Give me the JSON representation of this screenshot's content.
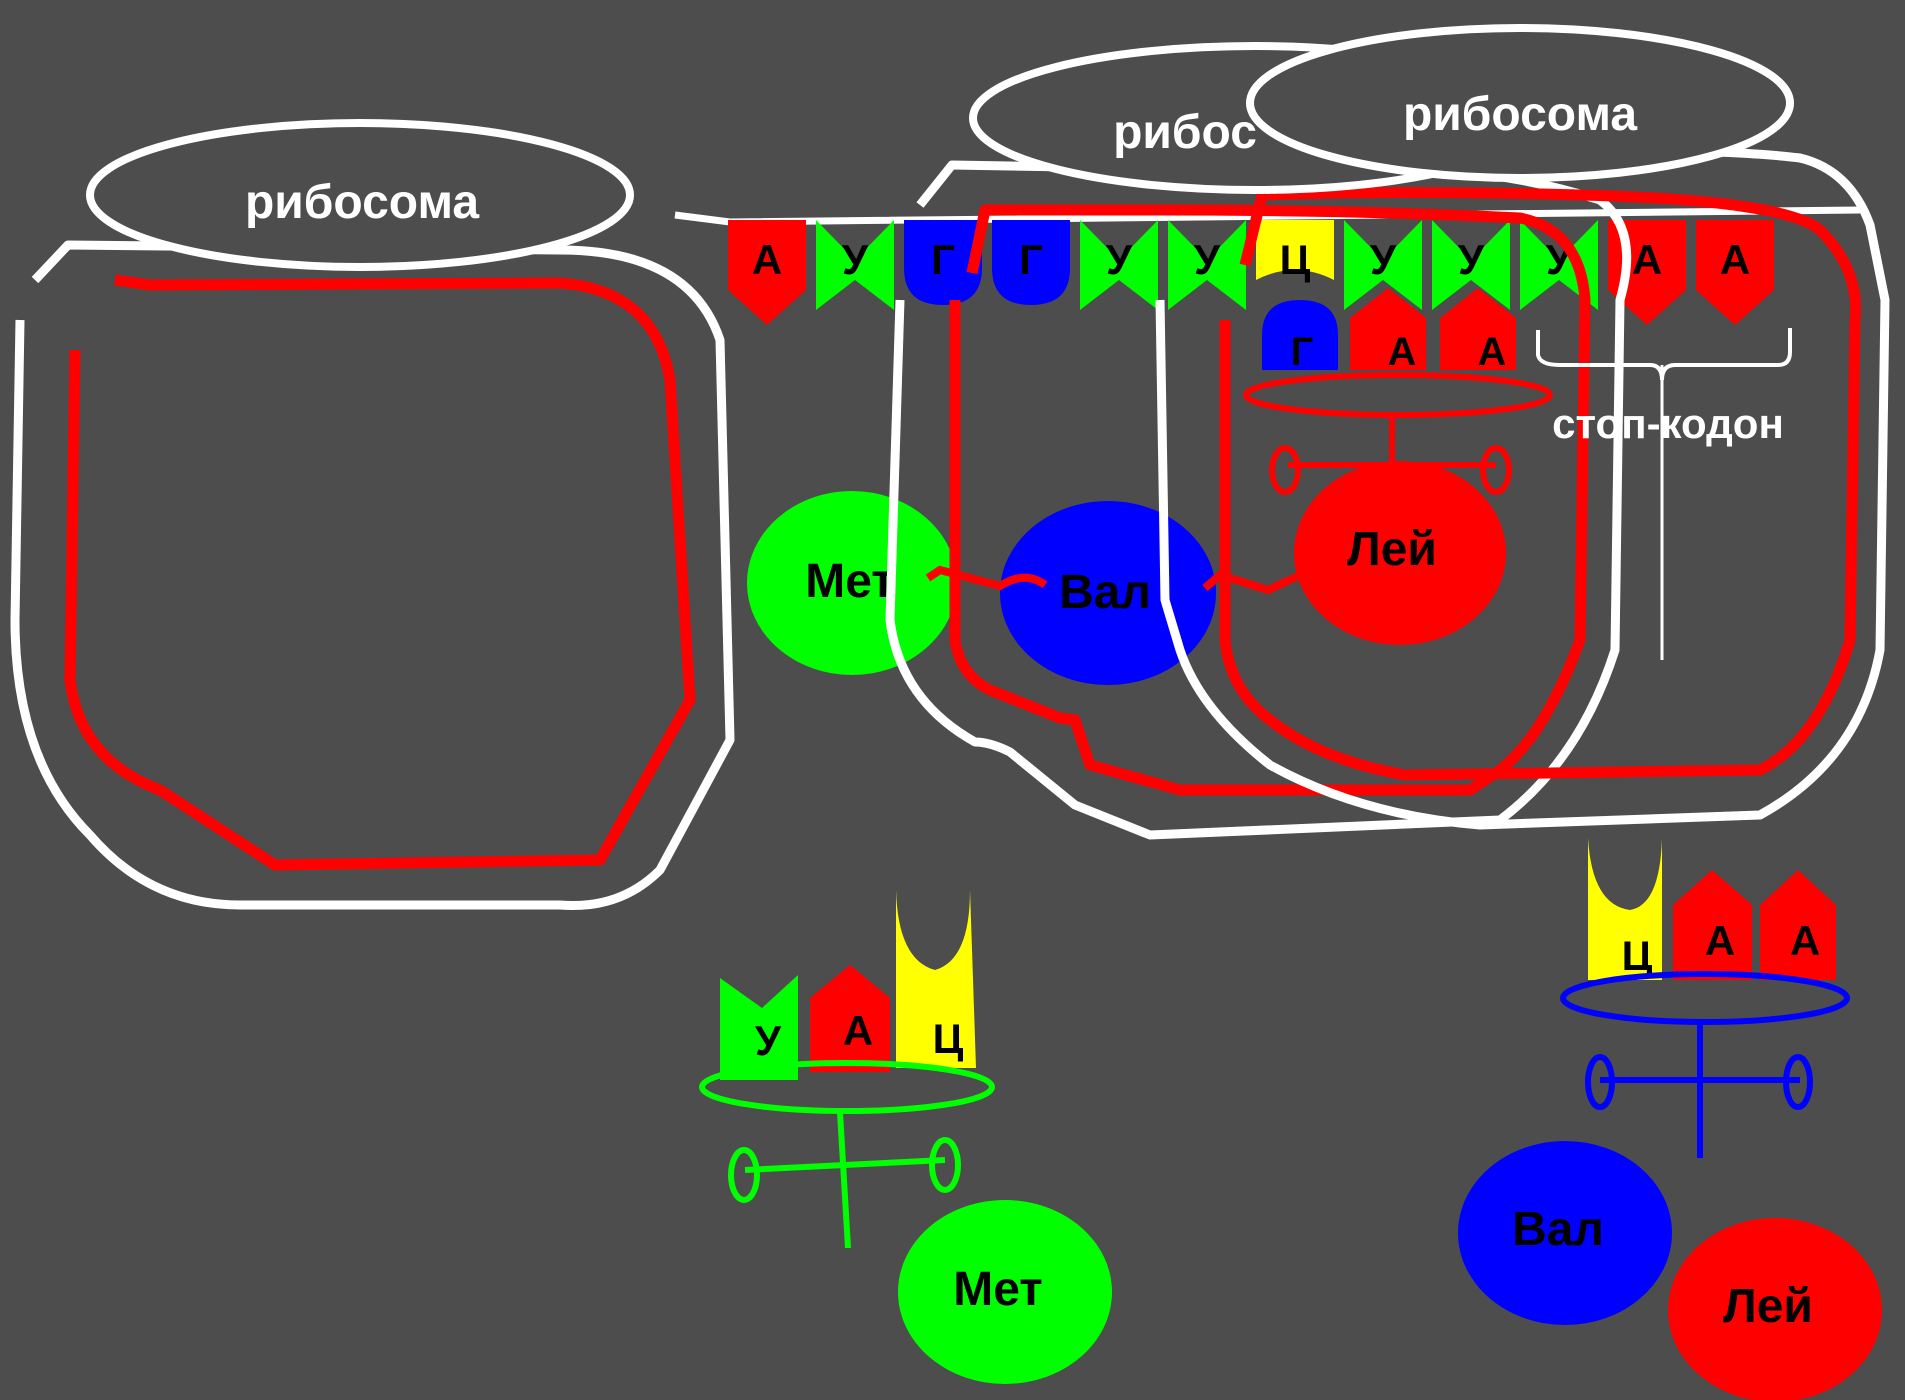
{
  "ribosome_label": "рибосома",
  "ribosome_label_partial": "рибос",
  "stop_codon_label": "стоп-кодон",
  "mrna": [
    {
      "n": "А",
      "shape": "purine",
      "color": "#ff0000"
    },
    {
      "n": "У",
      "shape": "pyrimidine",
      "color": "#00ff00"
    },
    {
      "n": "Г",
      "shape": "g",
      "color": "#0000ff"
    },
    {
      "n": "Г",
      "shape": "g",
      "color": "#0000ff"
    },
    {
      "n": "У",
      "shape": "pyrimidine",
      "color": "#00ff00"
    },
    {
      "n": "У",
      "shape": "pyrimidine",
      "color": "#00ff00"
    },
    {
      "n": "Ц",
      "shape": "c",
      "color": "#ffff00"
    },
    {
      "n": "У",
      "shape": "pyrimidine",
      "color": "#00ff00"
    },
    {
      "n": "У",
      "shape": "pyrimidine",
      "color": "#00ff00"
    },
    {
      "n": "У",
      "shape": "pyrimidine",
      "color": "#00ff00"
    },
    {
      "n": "А",
      "shape": "purine",
      "color": "#ff0000"
    },
    {
      "n": "А",
      "shape": "purine",
      "color": "#ff0000"
    }
  ],
  "trna_bound": {
    "anticodon": [
      "Г",
      "А",
      "А"
    ],
    "color": "#ff0000",
    "amino_acid": "Лей"
  },
  "trna_met": {
    "anticodon": [
      "У",
      "А",
      "Ц"
    ],
    "color": "#00ff00",
    "amino_acid": "Мет"
  },
  "trna_val": {
    "anticodon": [
      "Ц",
      "А",
      "А"
    ],
    "color": "#0000ff",
    "amino_acid": "Вал"
  },
  "chain": [
    {
      "name": "Мет",
      "color": "#00ff00"
    },
    {
      "name": "Вал",
      "color": "#0000ff"
    },
    {
      "name": "Лей",
      "color": "#ff0000"
    }
  ],
  "free_amino_acids": [
    {
      "name": "Вал",
      "color": "#0000ff"
    },
    {
      "name": "Лей",
      "color": "#ff0000"
    }
  ]
}
